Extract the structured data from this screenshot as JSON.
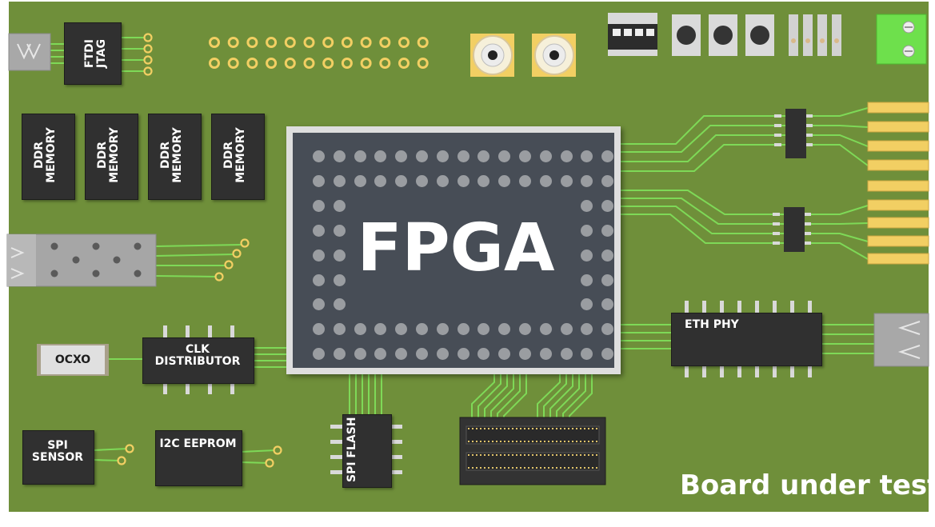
{
  "colors": {
    "pcb": "#6f8f3a",
    "trace": "#7ed957",
    "chip": "#303030",
    "fpga_body": "#474d56",
    "fpga_frame": "#dedede",
    "gold": "#f2cf63",
    "terminal_block": "#6ee04c"
  },
  "components": {
    "fpga": {
      "label": "FPGA"
    },
    "jtag": {
      "line1": "FTDI",
      "line2": "JTAG"
    },
    "ddr": [
      {
        "line1": "DDR",
        "line2": "MEMORY"
      },
      {
        "line1": "DDR",
        "line2": "MEMORY"
      },
      {
        "line1": "DDR",
        "line2": "MEMORY"
      },
      {
        "line1": "DDR",
        "line2": "MEMORY"
      }
    ],
    "ocxo": {
      "label": "OCXO"
    },
    "clk_distributor": {
      "line1": "CLK",
      "line2": "DISTRIBUTOR"
    },
    "spi_sensor": {
      "line1": "SPI",
      "line2": "SENSOR"
    },
    "i2c_eeprom": {
      "label": "I2C EEPROM"
    },
    "spi_flash": {
      "label": "SPI FLASH"
    },
    "eth_phy": {
      "label": "ETH PHY"
    }
  },
  "caption": "Board under test"
}
